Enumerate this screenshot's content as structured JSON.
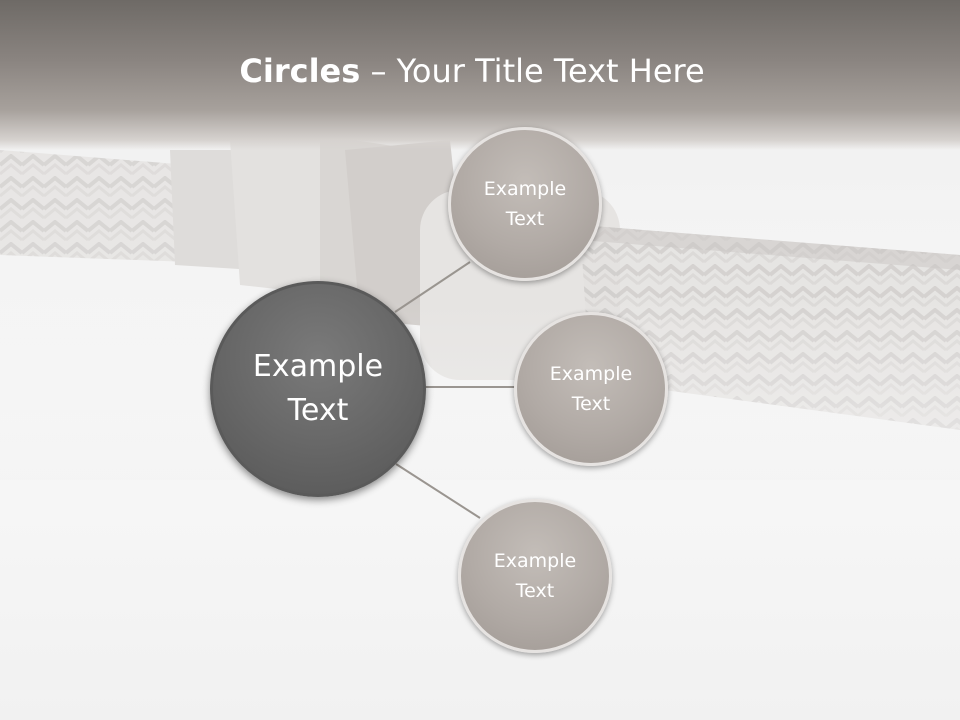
{
  "slide": {
    "title_bold": "Circles",
    "title_rest": " – Your Title Text Here"
  },
  "diagram": {
    "center": {
      "label": "Example\nText",
      "color": "#666666"
    },
    "outer": [
      {
        "label": "Example\nText",
        "color": "#b1aaa5"
      },
      {
        "label": "Example\nText",
        "color": "#b1aaa5"
      },
      {
        "label": "Example\nText",
        "color": "#b1aaa5"
      }
    ],
    "connector_color": "#9a9590"
  },
  "background": {
    "subject": "braided-hose-photo",
    "header_color": "#7f7975"
  }
}
